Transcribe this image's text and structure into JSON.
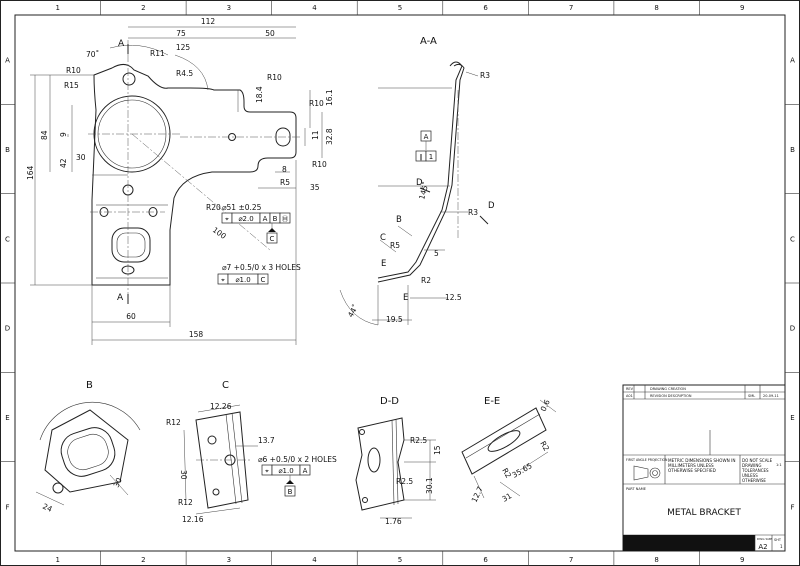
{
  "grid": {
    "columns": [
      "1",
      "2",
      "3",
      "4",
      "5",
      "6",
      "7",
      "8",
      "9"
    ],
    "rows": [
      "A",
      "B",
      "C",
      "D",
      "E",
      "F"
    ]
  },
  "main_view": {
    "section_a_top": "A",
    "section_a_bottom": "A",
    "dims": {
      "d112": "112",
      "d75": "75",
      "d50": "50",
      "d125": "125",
      "d70": "70˚",
      "r11": "R11",
      "r10a": "R10",
      "r15": "R15",
      "r4_5": "R4.5",
      "r10b": "R10",
      "r10c": "R10",
      "r10d": "R10",
      "d18_4": "18.4",
      "d16_1": "16.1",
      "d11": "11",
      "d32_8": "32.8",
      "d8": "8",
      "r5": "R5",
      "d35": "35",
      "d164": "164",
      "d84": "84",
      "d9": "9",
      "d42": "42",
      "d30": "30",
      "r20": "R20",
      "d100": "100",
      "d60": "60",
      "d158": "158"
    },
    "hole51": "⌀51 ±0.25",
    "fcf51_sym": "⌀2.0",
    "fcf51_refs": [
      "A",
      "B"
    ],
    "datum_c": "C",
    "holes7": "⌀7 +0.5/0 x 3 HOLES",
    "fcf7_val": "⌀1.0",
    "fcf7_ref": "C"
  },
  "section_aa": {
    "title": "A-A",
    "r3a": "R3",
    "datum_a": "A",
    "fcf_val": "1",
    "d_top": "D",
    "d_bot": "D",
    "d145": "145˚",
    "r3b": "R3",
    "b": "B",
    "c": "C",
    "r5": "R5",
    "e1": "E",
    "e2": "E",
    "d5": "5",
    "r2": "R2",
    "d12_5": "12.5",
    "d44": "44˚",
    "d19_5": "19.5"
  },
  "detail_b": {
    "title": "B",
    "d24": "24",
    "d30": "30"
  },
  "detail_c": {
    "title": "C",
    "r12a": "R12",
    "d12_26": "12.26",
    "d13_7": "13.7",
    "d30": "30",
    "r12b": "R12",
    "d12_16": "12.16",
    "holes6": "⌀6 +0.5/0 x 2 HOLES",
    "fcf_val": "⌀1.0",
    "fcf_ref": "A",
    "datum_b": "B"
  },
  "section_dd": {
    "title": "D-D",
    "r2_5a": "R2.5",
    "d15": "15",
    "r2_5b": "R2.5",
    "d30_1": "30.1",
    "d1_76": "1.76"
  },
  "section_ee": {
    "title": "E-E",
    "d0_6": "0.6",
    "r2a": "R2",
    "r2b": "R2",
    "d35_65": "35.65",
    "d12_7": "12.7",
    "d31": "31"
  },
  "title_block": {
    "rev_rows": [
      {
        "rev": "REV",
        "desc": "DRAWING CREATION",
        "by": "",
        "date": ""
      },
      {
        "rev": "A01",
        "desc": "REVISION DESCRIPTION",
        "by": "SML",
        "date": "20-09-11"
      }
    ],
    "projection": "FIRST ANGLE PROJECTION",
    "units_note": "METRIC DIMENSIONS SHOWN IN MILLIMETERS UNLESS OTHERWISE SPECIFIED",
    "scale_note": "DO NOT SCALE DRAWING TOLERANCES UNLESS OTHERWISE SPECIFIED",
    "scale": "1:1",
    "part_name_label": "PART NAME",
    "part_name": "METAL BRACKET",
    "size_label": "DWG SIZE",
    "size": "A2",
    "sheet_label": "SHT",
    "sheet": "1"
  }
}
